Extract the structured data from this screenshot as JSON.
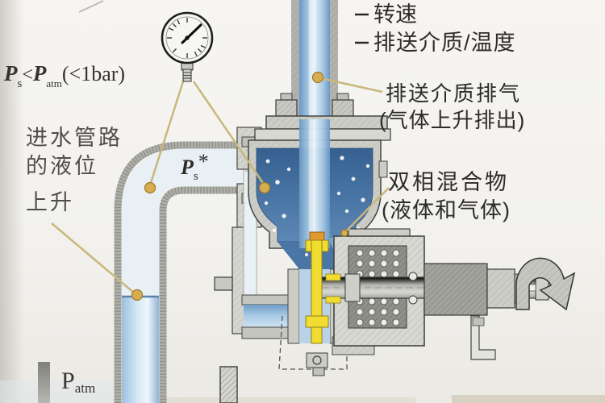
{
  "diagram_type": "self-priming-pump-cross-section",
  "colors": {
    "water_blue": "#7fa9d0",
    "chamber_blue": "#41699c",
    "impeller_yellow": "#f1dd30",
    "seal_orange": "#e2992f",
    "leader_tan": "#c9b87c",
    "marker_gold": "#d8ac50",
    "casing_gray": "#cdcdc8",
    "text_dark": "#2e2c28"
  },
  "annotations": {
    "formula_inlet_pressure": {
      "p1": "P",
      "sub1": "s",
      "lt": "<",
      "p2": "P",
      "sub2": "atm",
      "suffix": "(<1bar)"
    },
    "inlet_level": {
      "line1": "进水管路",
      "line2": "的液位",
      "line3": "上升"
    },
    "gauge_pressure": {
      "p": "P",
      "sub": "s",
      "star": "*"
    },
    "atmospheric_pressure": {
      "p": "P",
      "sub": "atm"
    },
    "speed": "转速",
    "medium_temperature": "排送介质/温度",
    "exhaust": {
      "line1": "排送介质排气",
      "line2": "(气体上升排出)"
    },
    "two_phase_mixture": {
      "line1": "双相混合物",
      "line2": "(液体和气体)"
    }
  }
}
